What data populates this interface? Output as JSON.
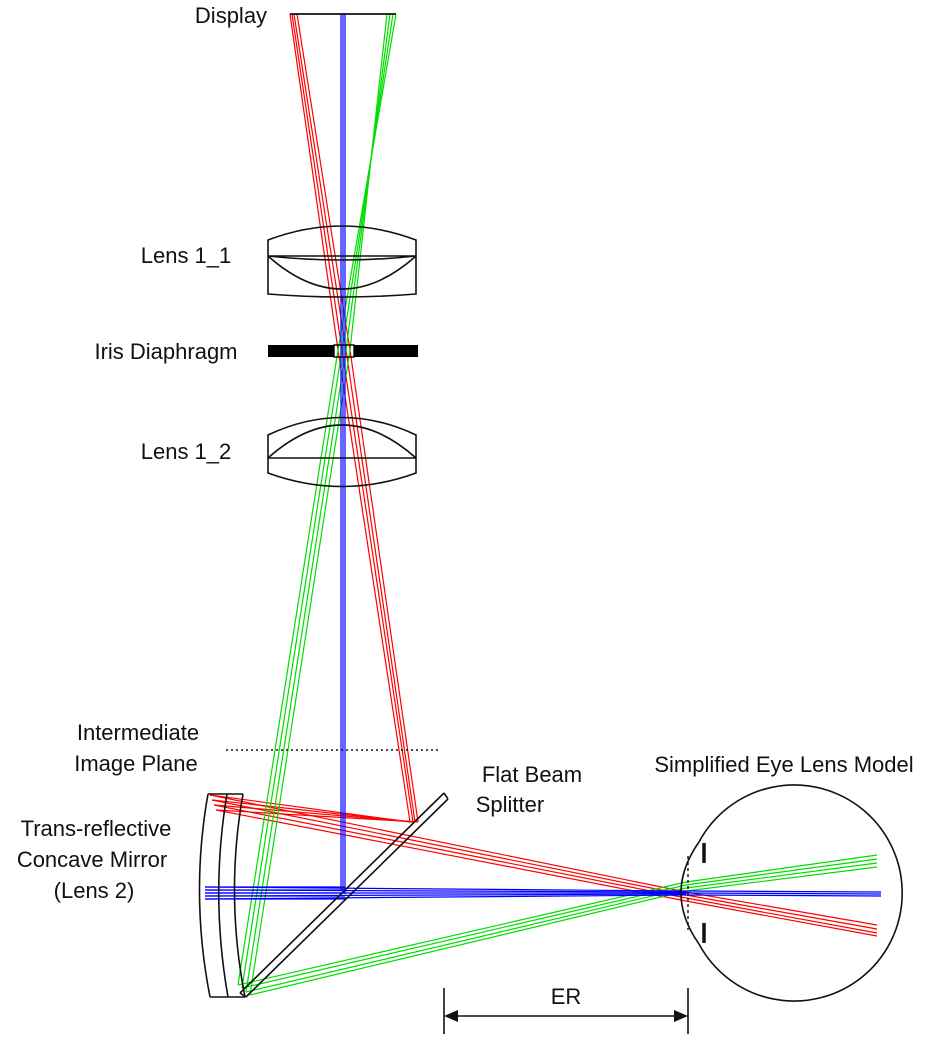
{
  "labels": {
    "display": "Display",
    "lens_1_1": "Lens 1_1",
    "iris": "Iris Diaphragm",
    "lens_1_2": "Lens 1_2",
    "intermediate_line1": "Intermediate",
    "intermediate_line2": "Image Plane",
    "mirror_line1": "Trans-reflective",
    "mirror_line2": "Concave Mirror",
    "mirror_line3": "(Lens 2)",
    "splitter_line1": "Flat Beam",
    "splitter_line2": "Splitter",
    "eye": "Simplified Eye Lens Model",
    "er": "ER"
  },
  "colors": {
    "ray_red": "#ff0000",
    "ray_green": "#00dd00",
    "ray_blue": "#0000ff",
    "outline": "#111111"
  }
}
